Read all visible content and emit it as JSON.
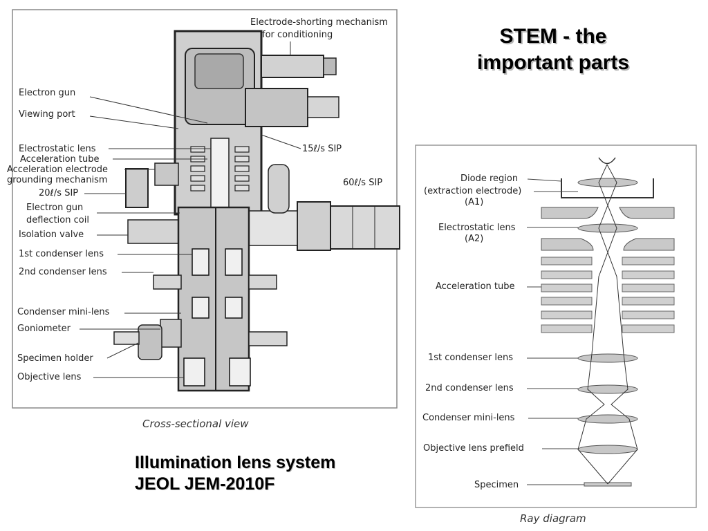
{
  "title": {
    "line1": "STEM - the",
    "line2": "important parts"
  },
  "subtitle": {
    "line1": "Illumination lens system",
    "line2": "JEOL JEM-2010F"
  },
  "cross_section": {
    "caption": "Cross-sectional view",
    "labels": {
      "shorting1": "Electrode-shorting mechanism",
      "shorting2": "for conditioning",
      "electron_gun": "Electron gun",
      "viewing_port": "Viewing port",
      "electrostatic_lens": "Electrostatic lens",
      "acceleration_tube": "Acceleration tube",
      "accel_ground1": "Acceleration electrode",
      "accel_ground2": "grounding mechanism",
      "sip20": "20ℓ/s SIP",
      "deflection1": "Electron gun",
      "deflection2": "deflection coil",
      "isolation_valve": "Isolation valve",
      "cond1": "1st condenser lens",
      "cond2": "2nd condenser lens",
      "cond_mini": "Condenser mini-lens",
      "goniometer": "Goniometer",
      "specimen_holder": "Specimen holder",
      "objective_lens": "Objective lens",
      "sip15": "15ℓ/s SIP",
      "sip60": "60ℓ/s SIP"
    }
  },
  "ray_diagram": {
    "caption": "Ray diagram",
    "labels": {
      "diode1": "Diode region",
      "diode2": "(extraction electrode)",
      "a1": "(A1)",
      "electrostatic_lens": "Electrostatic lens",
      "a2": "(A2)",
      "acceleration_tube": "Acceleration tube",
      "cond1": "1st condenser lens",
      "cond2": "2nd condenser lens",
      "cond_mini": "Condenser mini-lens",
      "obj_prefield": "Objective lens prefield",
      "specimen": "Specimen"
    }
  }
}
